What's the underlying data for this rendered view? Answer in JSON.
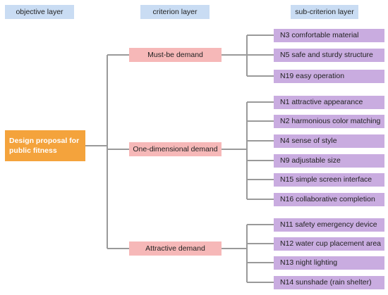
{
  "headers": {
    "objective": "objective layer",
    "criterion": "criterion layer",
    "sub_criterion": "sub-criterion layer"
  },
  "objective": {
    "label": "Design proposal for public fitness"
  },
  "criteria": [
    {
      "label": "Must-be demand",
      "subs": [
        "N3 comfortable material",
        "N5 safe and sturdy structure",
        "N19 easy operation"
      ]
    },
    {
      "label": "One-dimensional demand",
      "subs": [
        "N1 attractive appearance",
        "N2 harmonious color matching",
        "N4 sense of style",
        "N9 adjustable size",
        "N15 simple screen interface",
        "N16 collaborative completion"
      ]
    },
    {
      "label": "Attractive demand",
      "subs": [
        "N11 safety emergency device",
        "N12 water cup placement area",
        "N13 night lighting",
        "N14 sunshade (rain shelter)"
      ]
    }
  ],
  "colors": {
    "header_fill": "#c9dcf3",
    "objective_fill": "#f4a33c",
    "criterion_fill": "#f6b8b8",
    "sub_fill": "#c9ace0",
    "connector": "#9a9a9a"
  }
}
